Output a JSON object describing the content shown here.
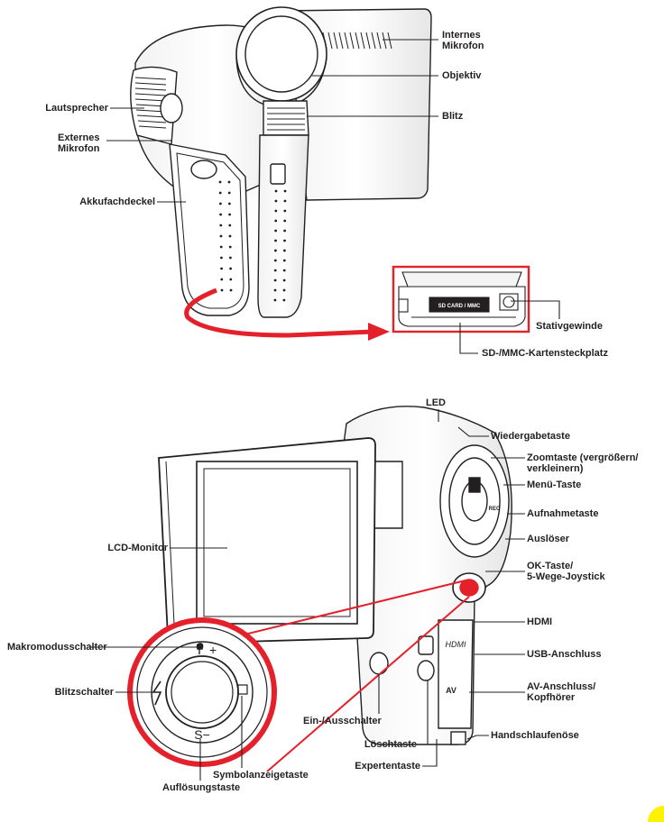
{
  "top_view": {
    "labels": {
      "internal_mic": "Internes\nMikrofon",
      "lens": "Objektiv",
      "speaker": "Lautsprecher",
      "flash": "Blitz",
      "external_mic": "Externes\nMikrofon",
      "battery_cover": "Akkufachdeckel",
      "tripod_socket": "Stativgewinde",
      "card_slot": "SD-/MMC-Kartensteckplatz"
    },
    "card_slot_print": "SD CARD / MMC"
  },
  "bottom_view": {
    "labels": {
      "led": "LED",
      "playback_button": "Wiedergabetaste",
      "zoom_button": "Zoomtaste (vergrößern/\nverkleinern)",
      "menu_button": "Menü-Taste",
      "record_button": "Aufnahmetaste",
      "shutter": "Auslöser",
      "ok_joystick": "OK-Taste/\n5-Wege-Joystick",
      "lcd": "LCD-Monitor",
      "hdmi": "HDMI",
      "usb": "USB-Anschluss",
      "av": "AV-Anschluss/\nKopfhörer",
      "power": "Ein-/Ausschalter",
      "strap": "Handschlaufenöse",
      "delete": "Löschtaste",
      "expert": "Expertentaste",
      "macro_switch": "Makromodusschalter",
      "flash_switch": "Blitzschalter",
      "symbol_button": "Symbolanzeigetaste",
      "resolution_button": "Auflösungstaste"
    },
    "body_print": {
      "hdmi": "HDMI",
      "av": "AV",
      "rec": "REC"
    },
    "joystick_marks": {
      "up": "+",
      "down": "S−"
    }
  },
  "colors": {
    "highlight": "#e4202b",
    "line": "#231f20",
    "page_mark": "#fff200"
  }
}
